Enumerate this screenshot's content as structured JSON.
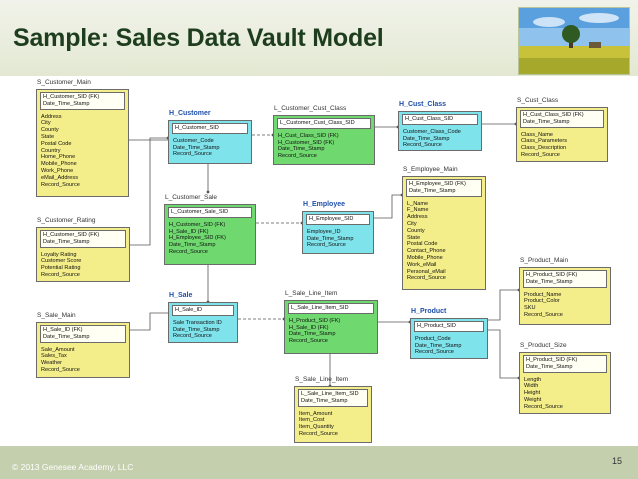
{
  "slide": {
    "title": "Sample: Sales Data Vault Model",
    "copyright": "© 2013 Genesee Academy, LLC",
    "page": "15"
  },
  "entities": {
    "s_customer_main": {
      "name": "S_Customer_Main",
      "keys": [
        "H_Customer_SID (FK)",
        "Date_Time_Stamp"
      ],
      "attrs": [
        "Address",
        "City",
        "County",
        "State",
        "Postal Code",
        "Country",
        "Home_Phone",
        "Mobile_Phone",
        "Work_Phone",
        "eMail_Address",
        "Record_Source"
      ]
    },
    "h_customer": {
      "name": "H_Customer",
      "keys": [
        "H_Customer_SID"
      ],
      "attrs": [
        "Customer_Code",
        "Date_Time_Stamp",
        "Record_Source"
      ]
    },
    "l_customer_cust_class": {
      "name": "L_Customer_Cust_Class",
      "keys": [
        "L_Customer_Cust_Class_SID"
      ],
      "attrs": [
        "H_Cust_Class_SID (FK)",
        "H_Customer_SID (FK)",
        "Date_Time_Stamp",
        "Record_Source"
      ]
    },
    "h_cust_class": {
      "name": "H_Cust_Class",
      "keys": [
        "H_Cust_Class_SID"
      ],
      "attrs": [
        "Customer_Class_Code",
        "Date_Time_Stamp",
        "Record_Source"
      ]
    },
    "s_cust_class": {
      "name": "S_Cust_Class",
      "keys": [
        "H_Cust_Class_SID (FK)",
        "Date_Time_Stamp"
      ],
      "attrs": [
        "Class_Name",
        "Class_Parameters",
        "Class_Description",
        "Record_Source"
      ]
    },
    "s_employee_main": {
      "name": "S_Employee_Main",
      "keys": [
        "H_Employee_SID (FK)",
        "Date_Time_Stamp"
      ],
      "attrs": [
        "L_Name",
        "F_Name",
        "Address",
        "City",
        "County",
        "State",
        "Postal Code",
        "Contact_Phone",
        "Mobile_Phone",
        "Work_eMail",
        "Personal_eMail",
        "Record_Source"
      ]
    },
    "l_customer_sale": {
      "name": "L_Customer_Sale",
      "keys": [
        "L_Customer_Sale_SID"
      ],
      "attrs": [
        "H_Customer_SID (FK)",
        "H_Sale_ID (FK)",
        "H_Employee_SID (FK)",
        "Date_Time_Stamp",
        "Record_Source"
      ]
    },
    "h_employee": {
      "name": "H_Employee",
      "keys": [
        "H_Employee_SID"
      ],
      "attrs": [
        "Employee_ID",
        "Date_Time_Stamp",
        "Record_Source"
      ]
    },
    "s_customer_rating": {
      "name": "S_Customer_Rating",
      "keys": [
        "H_Customer_SID (FK)",
        "Date_Time_Stamp"
      ],
      "attrs": [
        "Loyalty Rating",
        "Customer Score",
        "Potential Rating",
        "Record_Source"
      ]
    },
    "h_sale": {
      "name": "H_Sale",
      "keys": [
        "H_Sale_ID"
      ],
      "attrs": [
        "Sale Transaction ID",
        "Date_Time_Stamp",
        "Record_Source"
      ]
    },
    "l_sale_line_item": {
      "name": "L_Sale_Line_Item",
      "keys": [
        "L_Sale_Line_Item_SID"
      ],
      "attrs": [
        "H_Product_SID (FK)",
        "H_Sale_ID (FK)",
        "Date_Time_Stamp",
        "Record_Source"
      ]
    },
    "h_product": {
      "name": "H_Product",
      "keys": [
        "H_Product_SID"
      ],
      "attrs": [
        "Product_Code",
        "Date_Time_Stamp",
        "Record_Source"
      ]
    },
    "s_product_main": {
      "name": "S_Product_Main",
      "keys": [
        "H_Product_SID (FK)",
        "Date_Time_Stamp"
      ],
      "attrs": [
        "Product_Name",
        "Product_Color",
        "SKU",
        "Record_Source"
      ]
    },
    "s_product_size": {
      "name": "S_Product_Size",
      "keys": [
        "H_Product_SID (FK)",
        "Date_Time_Stamp"
      ],
      "attrs": [
        "Length",
        "Width",
        "Height",
        "Weight",
        "Record_Source"
      ]
    },
    "s_sale_main": {
      "name": "S_Sale_Main",
      "keys": [
        "H_Sale_ID (FK)",
        "Date_Time_Stamp"
      ],
      "attrs": [
        "Sale_Amount",
        "Sales_Tax",
        "Weather",
        "Record_Source"
      ]
    },
    "s_sale_line_item": {
      "name": "S_Sale_Line_Item",
      "keys": [
        "L_Sale_Line_Item_SID",
        "Date_Time_Stamp"
      ],
      "attrs": [
        "Item_Amount",
        "Item_Cost",
        "Item_Quantity",
        "Record_Source"
      ]
    }
  },
  "colors": {
    "hub": "#7fe3ec",
    "link": "#6fd86f",
    "satellite": "#f4ee8a",
    "title": "#1e3d1e",
    "footer": "#c4cfae"
  },
  "icons": {
    "photo": "landscape-photo"
  }
}
